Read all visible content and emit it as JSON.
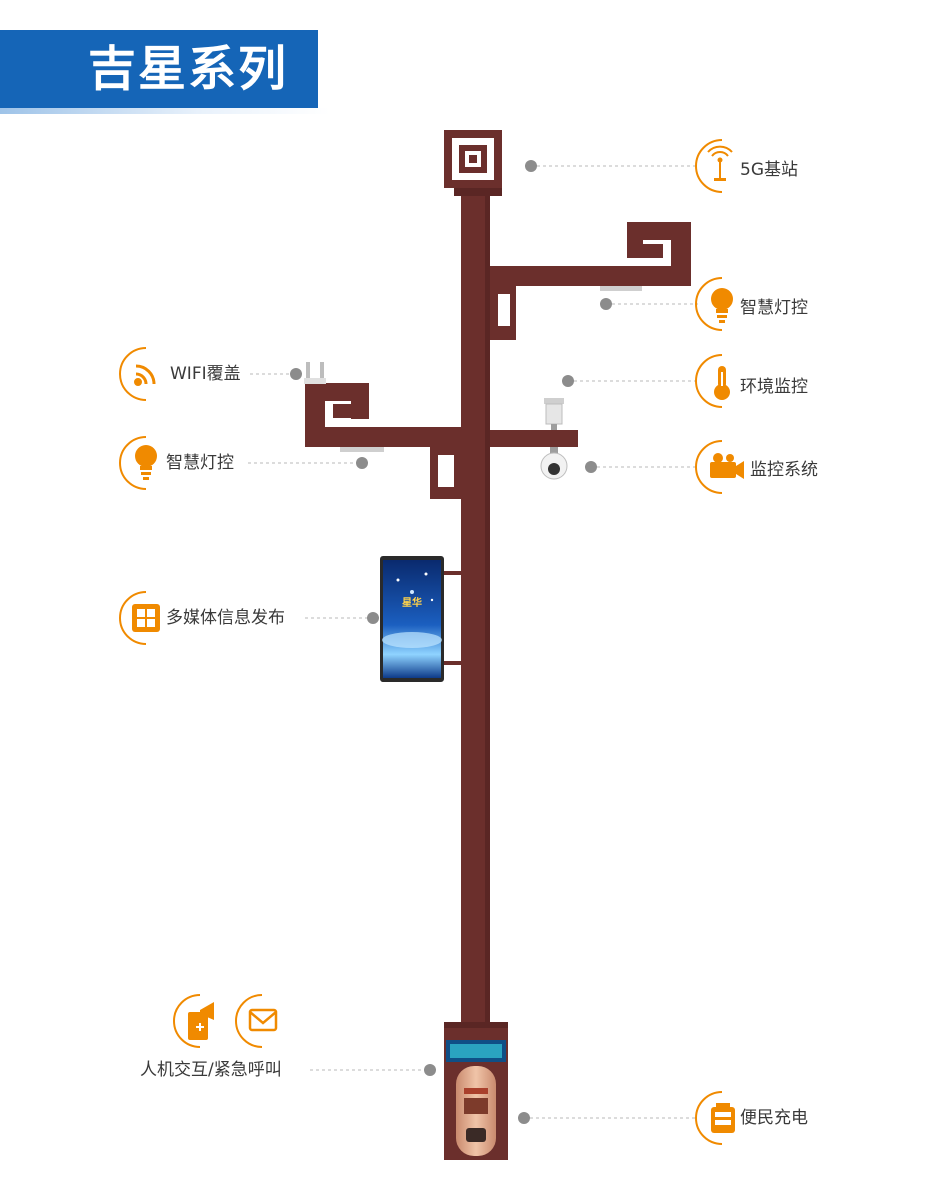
{
  "series_title": "吉星系列",
  "panel_logo": "星华",
  "colors": {
    "banner": "#1565b7",
    "pole": "#6b2f2c",
    "accent": "#f08a00",
    "dot": "#8c8c8c"
  },
  "features": [
    {
      "id": "5g",
      "label": "5G基站",
      "icon": "antenna-icon"
    },
    {
      "id": "light-right",
      "label": "智慧灯控",
      "icon": "bulb-icon"
    },
    {
      "id": "env",
      "label": "环境监控",
      "icon": "thermometer-icon"
    },
    {
      "id": "camera",
      "label": "监控系统",
      "icon": "video-camera-icon"
    },
    {
      "id": "wifi",
      "label": "WIFI覆盖",
      "icon": "wifi-icon"
    },
    {
      "id": "light-left",
      "label": "智慧灯控",
      "icon": "bulb-icon"
    },
    {
      "id": "media",
      "label": "多媒体信息发布",
      "icon": "grid-screen-icon"
    },
    {
      "id": "interact",
      "label": "人机交互/紧急呼叫",
      "icon": "speaker-and-mail-icons"
    },
    {
      "id": "charge",
      "label": "便民充电",
      "icon": "battery-icon"
    }
  ]
}
